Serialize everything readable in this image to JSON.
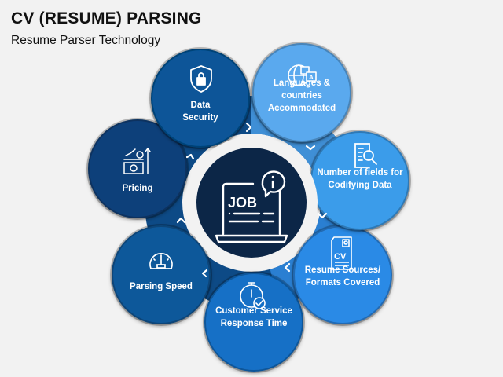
{
  "header": {
    "title": "CV (RESUME) PARSING",
    "subtitle": "Resume Parser Technology"
  },
  "center": {
    "label": "JOB",
    "icon": "laptop-job-icon",
    "color": "#0c2647"
  },
  "nodes": [
    {
      "id": "data-security",
      "label_lines": [
        "Data",
        "Security"
      ],
      "icon": "shield-lock-icon",
      "color": "#075598"
    },
    {
      "id": "languages",
      "label_lines": [
        "Languages &",
        "countries",
        "Accommodated"
      ],
      "icon": "globe-translate-icon",
      "color": "#5aa9ee"
    },
    {
      "id": "fields",
      "label_lines": [
        "Number of fields for",
        "Codifying Data"
      ],
      "icon": "document-search-icon",
      "color": "#3a9cea"
    },
    {
      "id": "resume-sources",
      "label_lines": [
        "Resume Sources/",
        "Formats Covered"
      ],
      "icon": "cv-document-icon",
      "color": "#2b8ae6"
    },
    {
      "id": "customer-service",
      "label_lines": [
        "Customer Service",
        "Response Time"
      ],
      "icon": "stopwatch-check-icon",
      "color": "#1570c6"
    },
    {
      "id": "parsing-speed",
      "label_lines": [
        "Parsing Speed"
      ],
      "icon": "speedometer-icon",
      "color": "#0b589a"
    },
    {
      "id": "pricing",
      "label_lines": [
        "Pricing"
      ],
      "icon": "money-growth-icon",
      "color": "#0a3f7a"
    }
  ]
}
